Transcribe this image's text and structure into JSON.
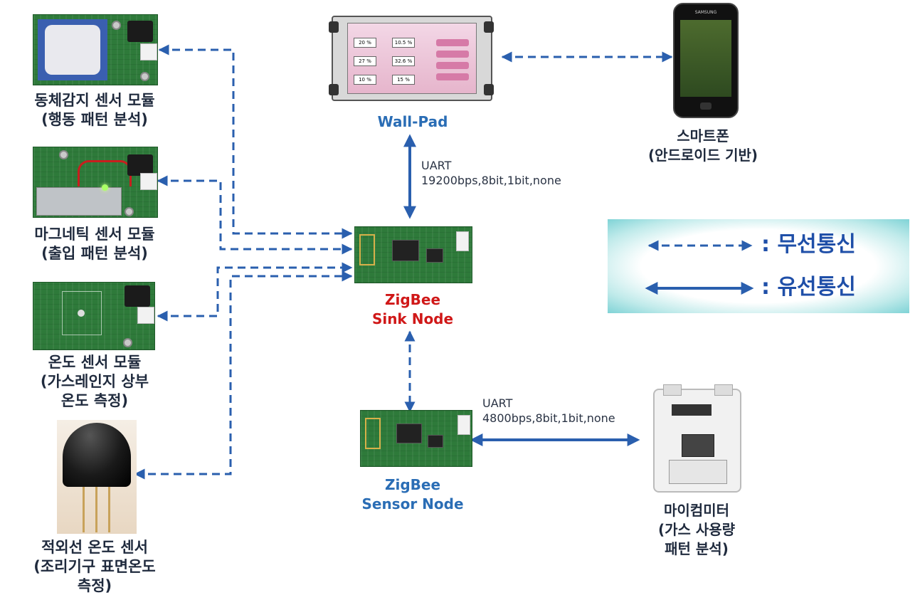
{
  "modules": {
    "motion": {
      "title": "동체감지 센서 모듈",
      "sub": "(행동 패턴 분석)"
    },
    "magnetic": {
      "title": "마그네틱 센서 모듈",
      "sub": "(출입 패턴 분석)"
    },
    "temperature": {
      "title": "온도 센서 모듈",
      "sub": "(가스레인지 상부",
      "sub2": "온도 측정)"
    },
    "infrared": {
      "title": "적외선 온도 센서",
      "sub": "(조리기구 표면온도",
      "sub2": "측정)"
    }
  },
  "wallpad": {
    "label": "Wall-Pad",
    "screen_values": [
      "20 %",
      "10.5 %",
      "27 %",
      "32.6 %",
      "10 %",
      "15 %"
    ]
  },
  "smartphone": {
    "title": "스마트폰",
    "sub": "(안드로이드 기반)",
    "brand": "SAMSUNG"
  },
  "uart_top": {
    "name": "UART",
    "settings": "19200bps,8bit,1bit,none"
  },
  "uart_bottom": {
    "name": "UART",
    "settings": "4800bps,8bit,1bit,none"
  },
  "sink_node": {
    "line1": "ZigBee",
    "line2": "Sink Node",
    "color": "#d01818"
  },
  "sensor_node": {
    "line1": "ZigBee",
    "line2": "Sensor Node",
    "color": "#2a6db5"
  },
  "meter": {
    "title": "마이컴미터",
    "sub": "(가스 사용량",
    "sub2": "패턴 분석)"
  },
  "legend": {
    "wireless": ": 무선통신",
    "wired": ": 유선통신"
  },
  "colors": {
    "arrow": "#2a5fae",
    "text": "#1f2a3d",
    "sink_red": "#d01818",
    "sensor_blue": "#2a6db5"
  }
}
